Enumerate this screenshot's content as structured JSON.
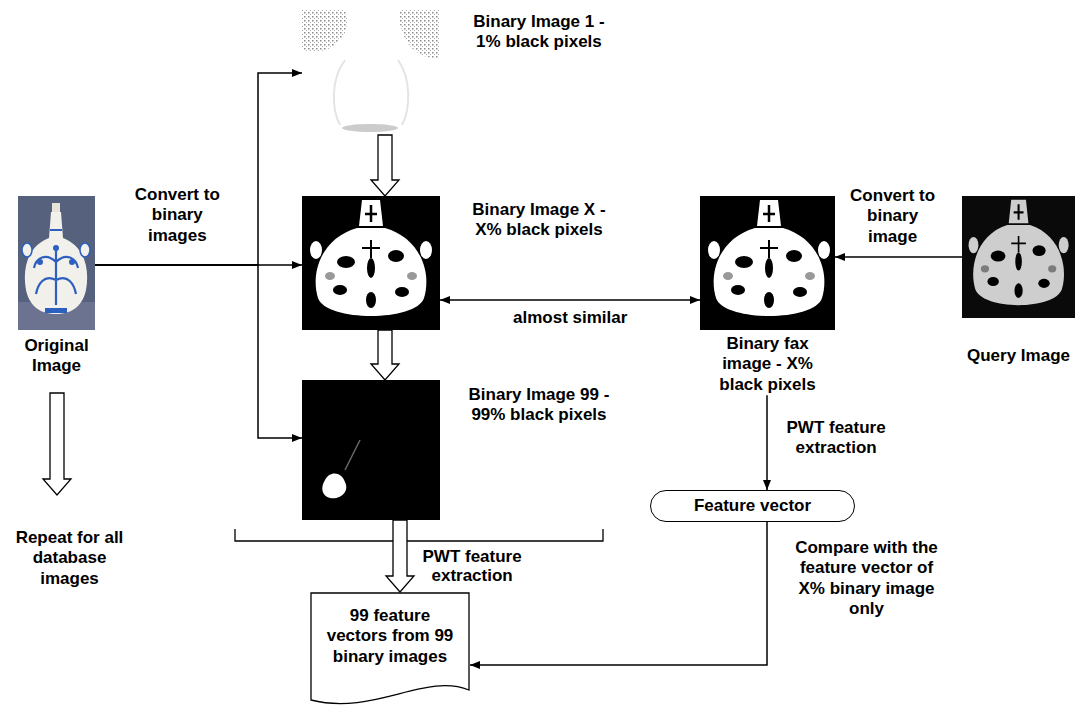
{
  "diagram": {
    "nodes": [
      {
        "text": [
          "Original Image"
        ]
      },
      {
        "text": [
          "Binary Image 1 - 1% black pixels"
        ]
      },
      {
        "text": [
          "Binary Image X - X% black pixels"
        ]
      },
      {
        "text": [
          "Binary Image 99 - 99% black pixels"
        ]
      },
      {
        "text": [
          "Binary fax image - X% black pixels"
        ]
      },
      {
        "text": [
          "Query Image"
        ]
      },
      {
        "text": [
          "Feature vector"
        ]
      },
      {
        "text": [
          "99 feature vectors from 99 binary images"
        ]
      }
    ],
    "edges": [
      {
        "from": 0,
        "to": 1,
        "arrow": "to"
      },
      {
        "from": 0,
        "to": 2,
        "arrow": "to",
        "label": "Convert to binary images"
      },
      {
        "from": 0,
        "to": 3,
        "arrow": "to"
      },
      {
        "from": 1,
        "to": 2,
        "arrow": "to"
      },
      {
        "from": 2,
        "to": 3,
        "arrow": "to"
      },
      {
        "from": 2,
        "to": 4,
        "arrow": "both",
        "label": "almost similar"
      },
      {
        "from": 5,
        "to": 4,
        "arrow": "to",
        "label": "Convert to binary image"
      },
      {
        "from": 4,
        "to": 6,
        "arrow": "to",
        "label": "PWT feature extraction"
      },
      {
        "from": 6,
        "to": 7,
        "arrow": "to",
        "label": "Compare with the feature vector of X% binary image only"
      },
      {
        "from": 3,
        "to": 7,
        "arrow": "to",
        "label": "PWT feature extraction"
      }
    ],
    "labels": [
      "Repeat for all database images"
    ]
  }
}
